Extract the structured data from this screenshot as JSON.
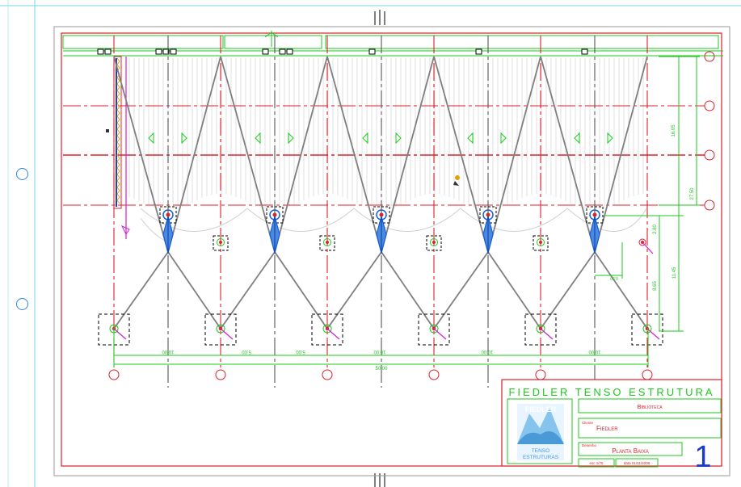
{
  "title_block": {
    "company": "FIEDLER TENSO ESTRUTURA",
    "project": "Biblioteca",
    "client_label": "Cliente",
    "client": "Fiedler",
    "drawing_label": "Desenho",
    "drawing": "Planta Baixa",
    "scale": "esc 1/75",
    "date": "data 01/11/2008",
    "sheet_number": "1",
    "logo": {
      "top": "FIEDLER",
      "bottom_line1": "TENSO",
      "bottom_line2": "ESTRUTURAS"
    }
  },
  "dimensions": {
    "horizontal_bays": [
      "10.00",
      "5.00",
      "5.00",
      "10.00",
      "10.00",
      "10.00"
    ],
    "horizontal_total": "50.00",
    "vertical_upper": "16.05",
    "vertical_total": "27.50",
    "vertical_lower_a": "2.80",
    "vertical_lower_b": "11.45",
    "vertical_lower_c": "8.65",
    "small_offset": "0.50"
  },
  "colors": {
    "frame": "#e0202a",
    "dimension": "#1ec81e",
    "cable": "#7a7a7a",
    "mast": "#1560d8",
    "hole": "#2f86e0",
    "accent_magenta": "#d020d0",
    "sheet_number": "#1a3ad0"
  }
}
